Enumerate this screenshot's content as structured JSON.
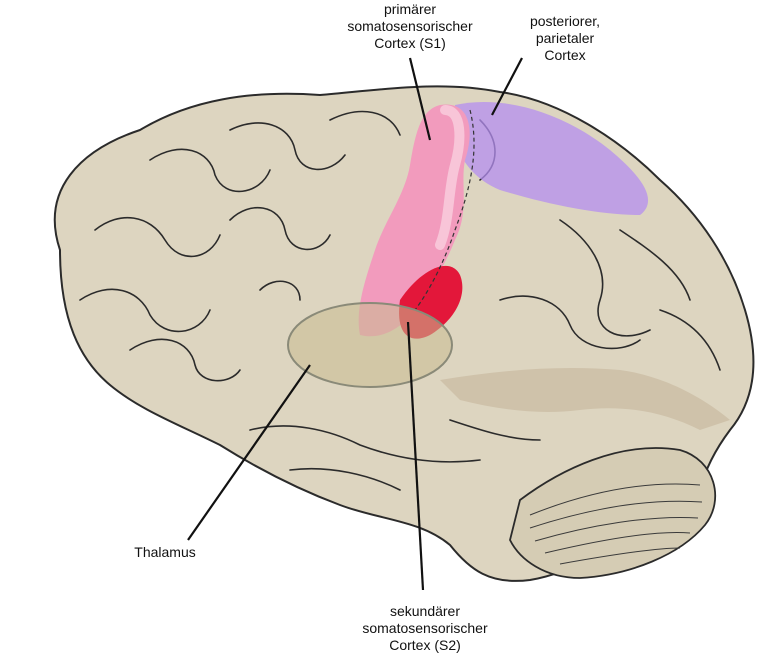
{
  "labels": {
    "s1": {
      "lines": [
        "primärer",
        "somatosensorischer",
        "Cortex (S1)"
      ]
    },
    "ppc": {
      "lines": [
        "posteriorer,",
        "parietaler",
        "Cortex"
      ]
    },
    "thalamus": {
      "lines": [
        "Thalamus"
      ]
    },
    "s2": {
      "lines": [
        "sekundärer",
        "somatosensorischer",
        "Cortex (S2)"
      ]
    }
  },
  "colors": {
    "brain_fill": "#ddd5c0",
    "brain_outline": "#2b2b2b",
    "s1_pink": "#f29bbd",
    "s1_light": "#f8c5d8",
    "s2_red": "#e3173a",
    "ppc_purple": "#b48ef0",
    "thalamus_fill": "#c9bc8f"
  }
}
